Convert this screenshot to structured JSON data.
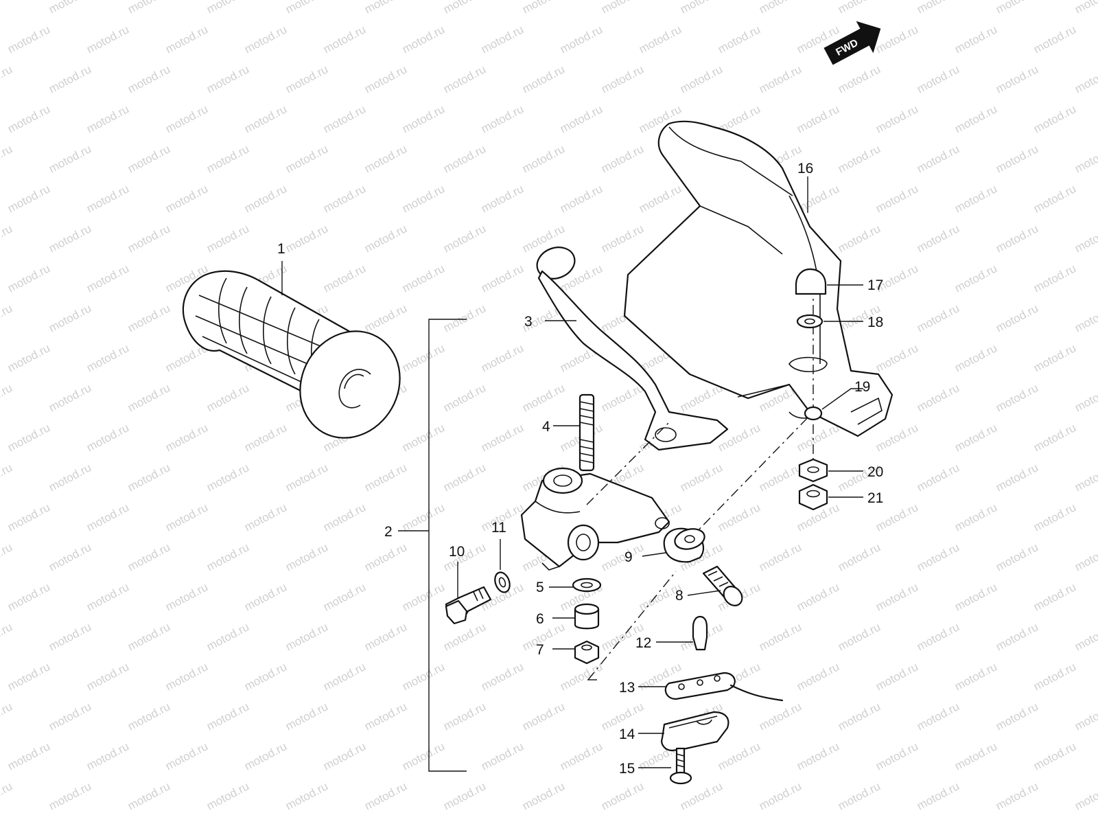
{
  "watermark": "motod.ru",
  "direction_badge": {
    "label": "FWD"
  },
  "callouts": {
    "c1": "1",
    "c2": "2",
    "c3": "3",
    "c4": "4",
    "c5": "5",
    "c6": "6",
    "c7": "7",
    "c8": "8",
    "c9": "9",
    "c10": "10",
    "c11": "11",
    "c12": "12",
    "c13": "13",
    "c14": "14",
    "c15": "15",
    "c16": "16",
    "c17": "17",
    "c18": "18",
    "c19": "19",
    "c20": "20",
    "c21": "21"
  },
  "colors": {
    "line": "#111111",
    "watermark": "#cfcfcf",
    "background": "#ffffff"
  }
}
